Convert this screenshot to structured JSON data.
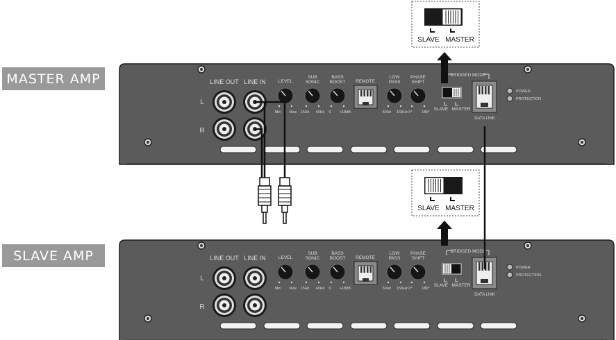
{
  "labels": {
    "master_amp": "MASTER AMP",
    "slave_amp": "SLAVE AMP"
  },
  "panel": {
    "line_out": "LINE OUT",
    "line_in": "LINE IN",
    "left": "L",
    "right": "R",
    "level": "LEVEL",
    "level_min": "Min",
    "level_max": "Max",
    "subsonic": [
      "SUB",
      "SONIC"
    ],
    "subsonic_min": "15Hz",
    "subsonic_max": "40Hz",
    "bass_boost": [
      "BASS",
      "BOOST"
    ],
    "bass_min": "0",
    "bass_max": "+18dB",
    "remote": "REMOTE",
    "low_pass": [
      "LOW",
      "PASS"
    ],
    "lowpass_min": "50Hz",
    "lowpass_max": "150Hz",
    "phase_shift": [
      "PHASE",
      "SHIFT"
    ],
    "phase_min": "0°",
    "phase_max": "180°",
    "bridged_mode": "BRIDGED MODE",
    "slave": "SLAVE",
    "master": "MASTER",
    "data_link": "DATA LINK",
    "power": "POWER",
    "protection": "PROTECTION"
  },
  "callouts": {
    "top": {
      "left": "SLAVE",
      "right": "MASTER",
      "setting": "MASTER"
    },
    "bottom": {
      "left": "SLAVE",
      "right": "MASTER",
      "setting": "SLAVE"
    }
  },
  "colors": {
    "panel": "#5b5b5b",
    "panel_dark": "#2b2b2b",
    "tag_bg": "#999999",
    "text_on_panel": "#dcdcdc"
  }
}
